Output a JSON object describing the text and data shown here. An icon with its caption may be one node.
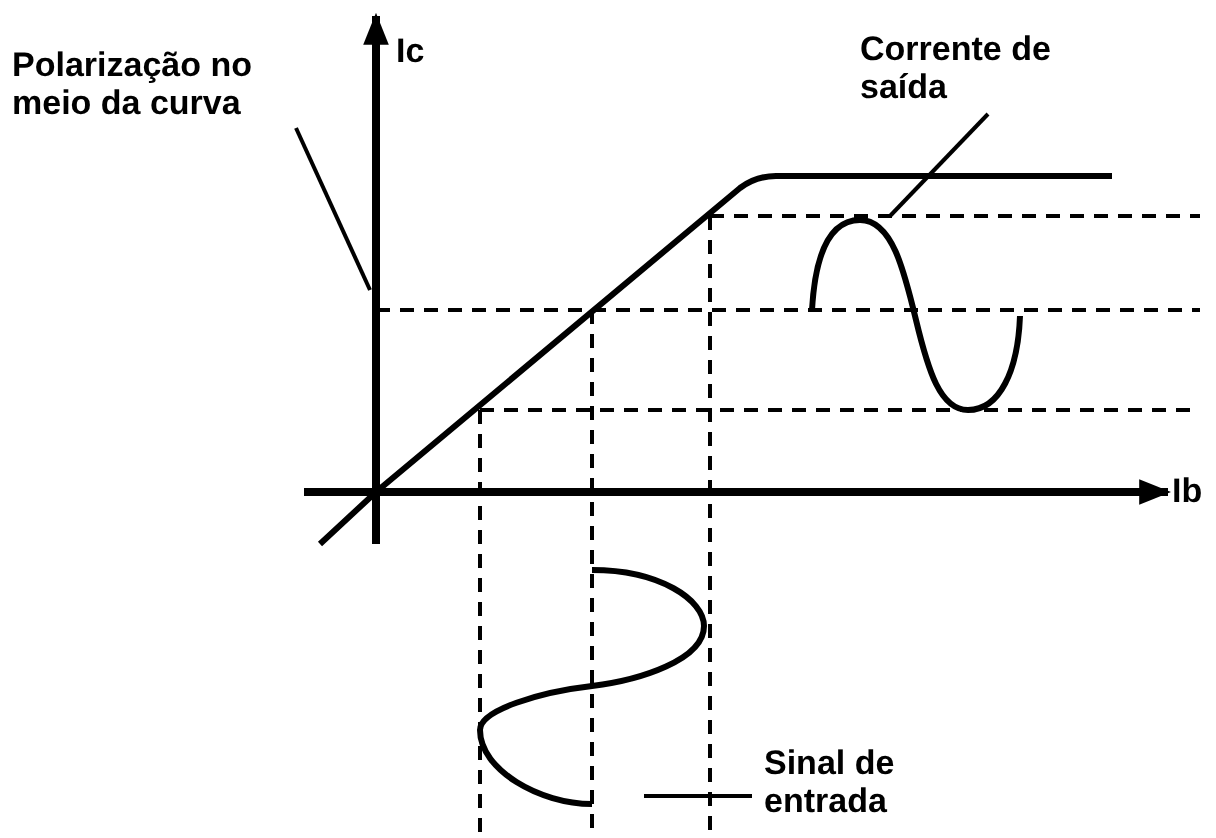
{
  "diagram": {
    "nodes": [
      {
        "text": [
          "Polarização no meio da curva"
        ]
      },
      {
        "text": [
          "Corrente de saída"
        ]
      },
      {
        "text": [
          "Sinal de entrada"
        ]
      },
      {
        "text": [],
        "shape": "picture"
      }
    ],
    "edges": [
      {
        "from": 0,
        "to": null,
        "arrow": "none"
      },
      {
        "from": 1,
        "to": 3,
        "arrow": "none"
      },
      {
        "from": 2,
        "to": null,
        "arrow": "none"
      }
    ],
    "labels": [
      "Ic",
      "Ib"
    ]
  }
}
